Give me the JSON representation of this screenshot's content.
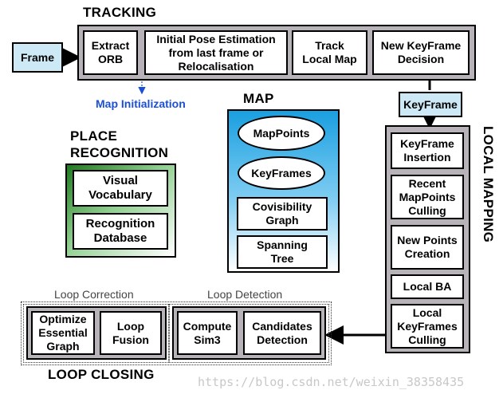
{
  "tracking": {
    "title": "TRACKING",
    "frame": "Frame",
    "extract_orb": "Extract\nORB",
    "initial_pose": "Initial Pose Estimation\nfrom last frame or\nRelocalisation",
    "track_local_map": "Track\nLocal Map",
    "new_keyframe_decision": "New KeyFrame\nDecision",
    "map_initialization": "Map Initialization"
  },
  "keyframe_tag": "KeyFrame",
  "map": {
    "title": "MAP",
    "mappoints": "MapPoints",
    "keyframes": "KeyFrames",
    "covisibility": "Covisibility\nGraph",
    "spanning_tree": "Spanning\nTree"
  },
  "place_recognition": {
    "title": "PLACE\nRECOGNITION",
    "visual_vocabulary": "Visual\nVocabulary",
    "recognition_database": "Recognition\nDatabase"
  },
  "local_mapping": {
    "title": "LOCAL MAPPING",
    "keyframe_insertion": "KeyFrame\nInsertion",
    "recent_mappoints_culling": "Recent\nMapPoints\nCulling",
    "new_points_creation": "New Points\nCreation",
    "local_ba": "Local BA",
    "local_keyframes_culling": "Local\nKeyFrames\nCulling"
  },
  "loop_closing": {
    "title": "LOOP CLOSING",
    "loop_correction": "Loop Correction",
    "loop_detection": "Loop Detection",
    "optimize_essential_graph": "Optimize\nEssential\nGraph",
    "loop_fusion": "Loop\nFusion",
    "compute_sim3": "Compute\nSim3",
    "candidates_detection": "Candidates\nDetection"
  },
  "watermark": "https://blog.csdn.net/weixin_38358435",
  "colors": {
    "panel_gray": "#b8b3b8",
    "tag_blue": "#cde9f6",
    "map_blue": "#1a9fe0",
    "place_green": "#1f7a1f",
    "link_blue": "#1a4fd6"
  }
}
